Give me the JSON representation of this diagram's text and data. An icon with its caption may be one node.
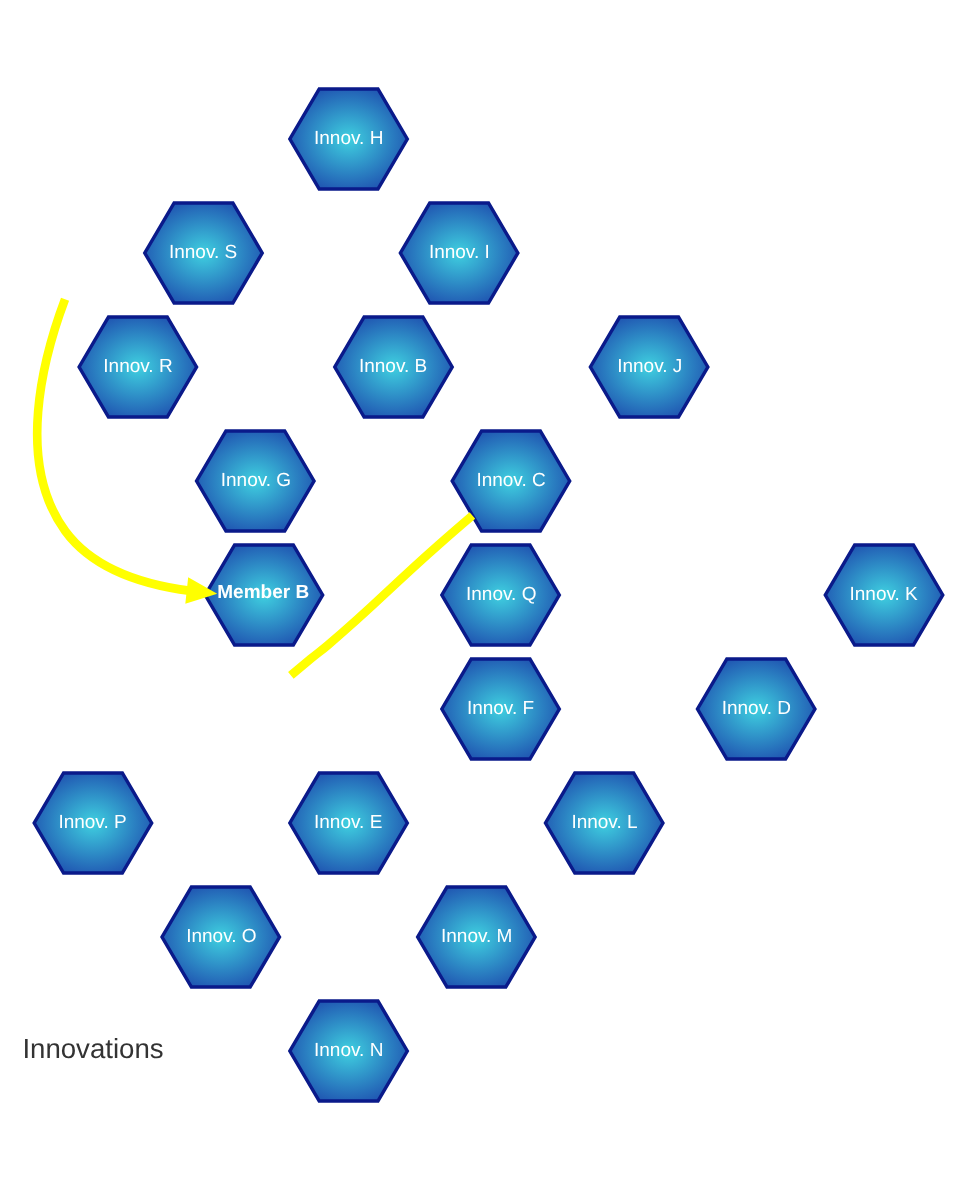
{
  "diagram": {
    "nodes": [
      {
        "text": [
          "Innov. H"
        ]
      },
      {
        "text": [
          "Innov. S"
        ]
      },
      {
        "text": [
          "Innov. I"
        ]
      },
      {
        "text": [
          "Innov. R"
        ]
      },
      {
        "text": [
          "Innov. B"
        ]
      },
      {
        "text": [
          "Innov. J"
        ]
      },
      {
        "text": [
          "Innov. G"
        ]
      },
      {
        "text": [
          "Innov. C"
        ]
      },
      {
        "text": [
          "Innov. Q"
        ]
      },
      {
        "text": [
          "Member B"
        ]
      },
      {
        "text": [
          "Innov. K"
        ]
      },
      {
        "text": [
          "Innov. F"
        ]
      },
      {
        "text": [
          "Innov. D"
        ]
      },
      {
        "text": [
          "Innov. P"
        ]
      },
      {
        "text": [
          "Innov. L"
        ]
      },
      {
        "text": [
          "Innov. E"
        ]
      },
      {
        "text": [
          "Innov. O"
        ]
      },
      {
        "text": [
          "Innov. M"
        ]
      },
      {
        "text": [
          "Innov. N"
        ]
      }
    ],
    "edges": [
      {
        "from": null,
        "to": 9,
        "arrow": "to"
      },
      {
        "from": 7,
        "to": null,
        "arrow": "none"
      }
    ],
    "labels": [
      "Innovations"
    ]
  }
}
